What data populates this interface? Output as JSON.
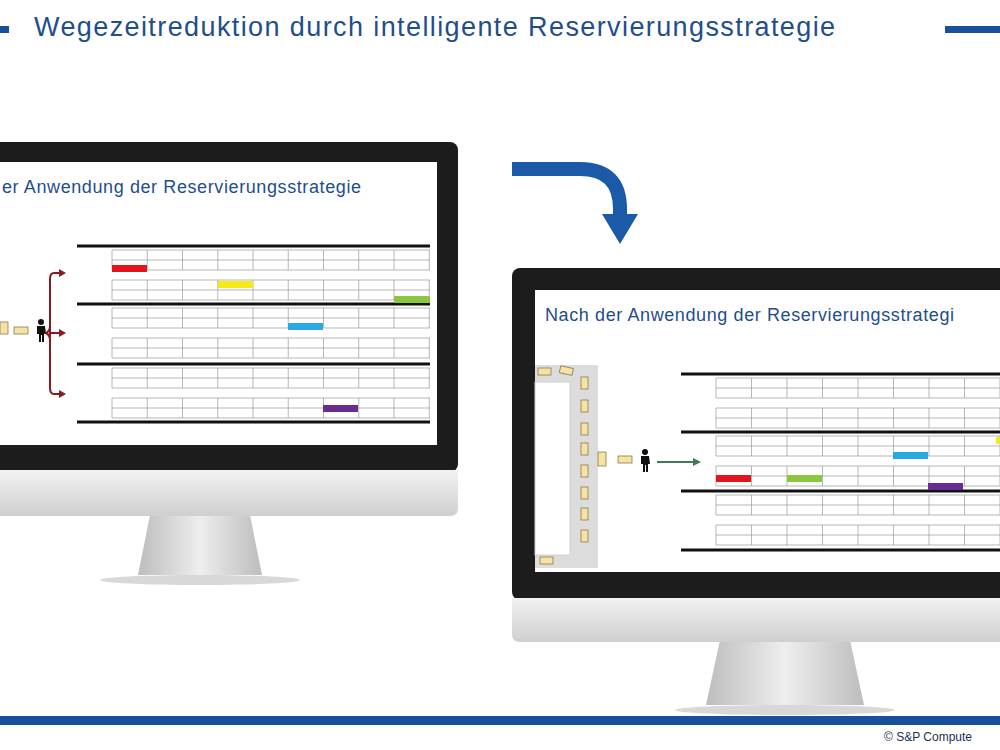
{
  "diagram": {
    "title": "Wegezeitreduktion durch intelligente Reservierungsstrategie",
    "nodes": [
      {
        "text": [
          "er Anwendung der Reservierungsstrategie"
        ]
      },
      {
        "text": [
          "Nach der Anwendung der Reservierungsstrategi"
        ]
      }
    ],
    "edges": [
      {
        "from": 0,
        "to": 1,
        "arrow": "to"
      }
    ],
    "labels": [
      "© S&P Compute"
    ]
  }
}
